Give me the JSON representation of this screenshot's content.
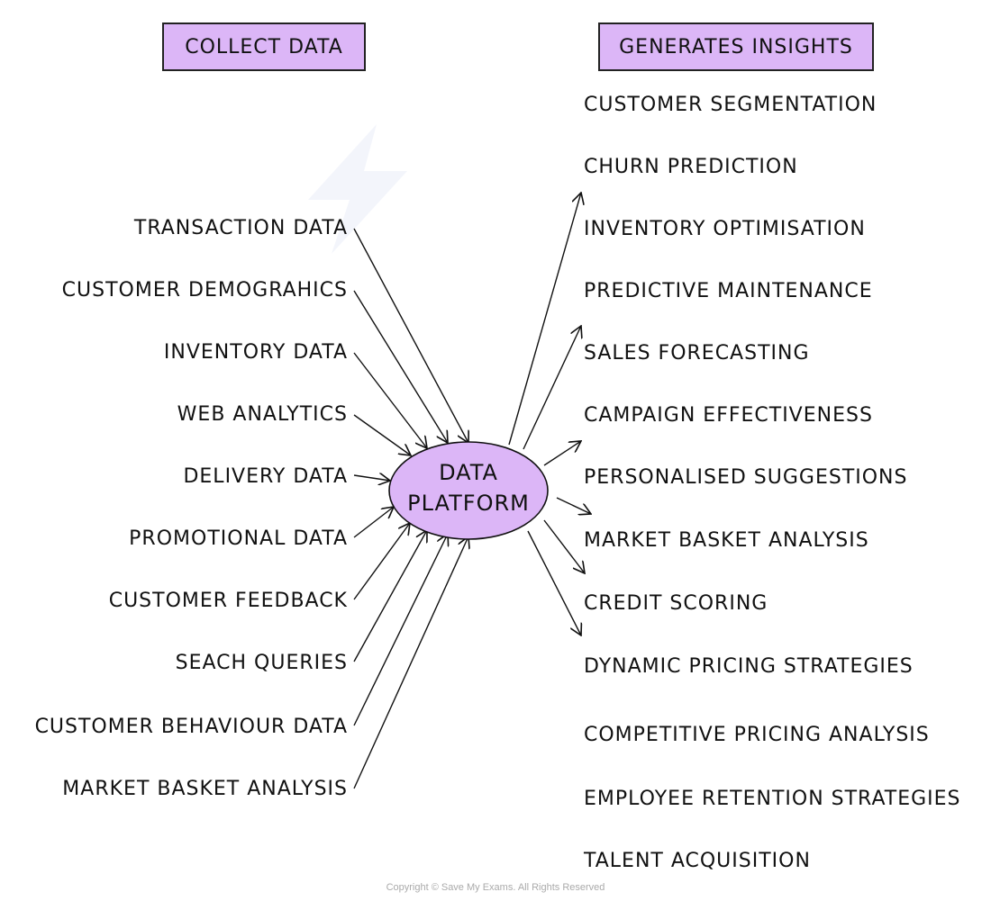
{
  "headers": {
    "collect": "COLLECT DATA",
    "generates": "GENERATES INSIGHTS"
  },
  "center": {
    "line1": "DATA",
    "line2": "PLATFORM",
    "fill": "#dcb6f7"
  },
  "inputs": [
    "TRANSACTION DATA",
    "CUSTOMER DEMOGRAHICS",
    "INVENTORY DATA",
    "WEB ANALYTICS",
    "DELIVERY DATA",
    "PROMOTIONAL DATA",
    "CUSTOMER FEEDBACK",
    "SEACH QUERIES",
    "CUSTOMER BEHAVIOUR DATA",
    "MARKET BASKET ANALYSIS"
  ],
  "outputs": [
    "CUSTOMER SEGMENTATION",
    "CHURN PREDICTION",
    "INVENTORY OPTIMISATION",
    "PREDICTIVE MAINTENANCE",
    "SALES FORECASTING",
    "CAMPAIGN EFFECTIVENESS",
    "PERSONALISED SUGGESTIONS",
    "MARKET BASKET ANALYSIS",
    "CREDIT SCORING",
    "DYNAMIC PRICING STRATEGIES",
    "COMPETITIVE PRICING ANALYSIS",
    "EMPLOYEE RETENTION STRATEGIES",
    "TALENT ACQUISITION"
  ],
  "watermark": "Save My Exams",
  "copyright": "Copyright © Save My Exams. All Rights Reserved"
}
